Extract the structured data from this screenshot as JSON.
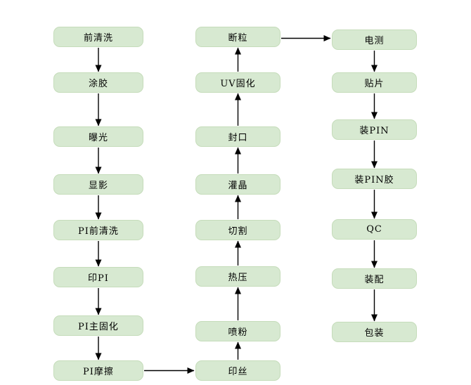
{
  "diagram": {
    "type": "flowchart",
    "background_color": "#ffffff",
    "node_fill_color": "#d7e9d1",
    "node_border_color": "#c5dcba",
    "node_text_color": "#000000",
    "arrow_color": "#000000",
    "columns": [
      {
        "id": "left",
        "flow": "down",
        "nodes": [
          "前清洗",
          "涂胶",
          "曝光",
          "显影",
          "PI前清洗",
          "印PI",
          "PI主固化",
          "PI摩擦"
        ]
      },
      {
        "id": "middle",
        "flow": "up",
        "nodes": [
          "断粒",
          "UV固化",
          "封口",
          "灌晶",
          "切割",
          "热压",
          "喷粉",
          "印丝"
        ]
      },
      {
        "id": "right",
        "flow": "down",
        "nodes": [
          "电测",
          "贴片",
          "装PIN",
          "装PIN胶",
          "QC",
          "装配",
          "包装"
        ]
      }
    ],
    "cross_links": [
      {
        "from": "PI摩擦",
        "to": "印丝"
      },
      {
        "from": "断粒",
        "to": "电测"
      }
    ]
  }
}
